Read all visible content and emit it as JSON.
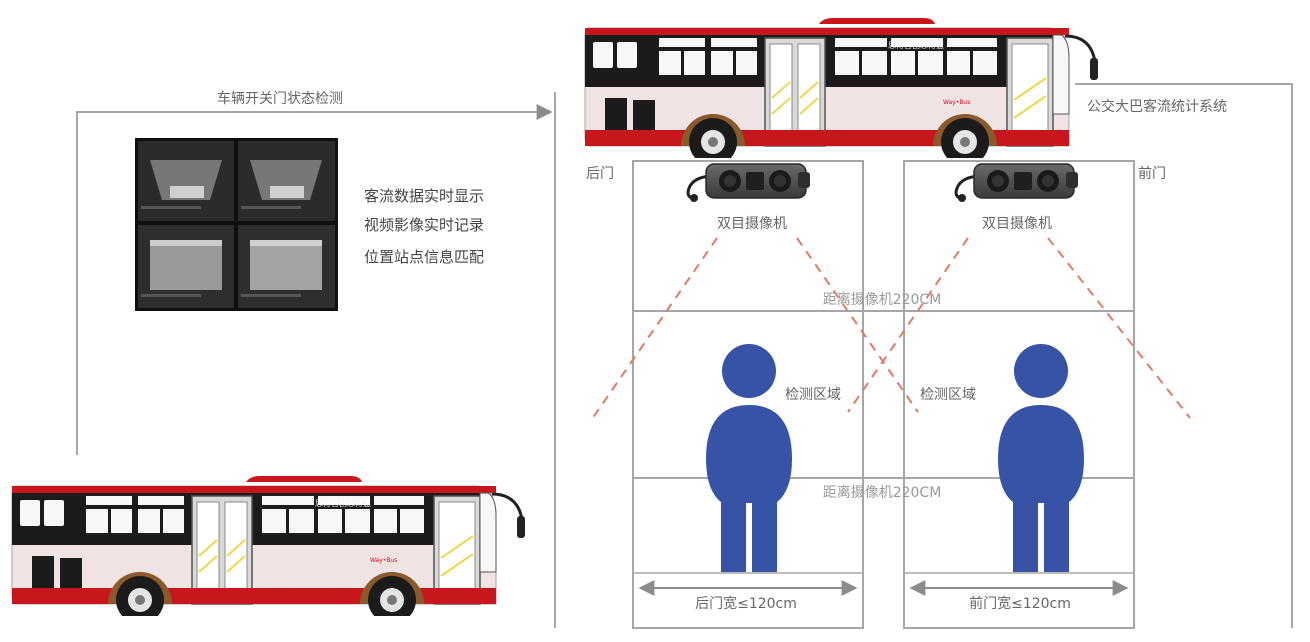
{
  "diagram": {
    "door_status_label": "车辆开关门状态检测",
    "system_label": "公交大巴客流统计系统",
    "rear_door_label": "后门",
    "front_door_label": "前门",
    "camera_label": "双目摄像机",
    "distance_label": "距离摄像机220CM",
    "detect_area_label": "检测区域",
    "rear_door_width": "后门宽≤120cm",
    "front_door_width": "前门宽≤120cm",
    "features": [
      "客流数据实时显示",
      "视频影像实时记录",
      "位置站点信息匹配"
    ],
    "bus_name": "思博智创思博慧"
  },
  "colors": {
    "line": "#a6a6a6",
    "arrow": "#8c8c8c",
    "person": "#3653a6",
    "cone": "#e07c66",
    "bus_red": "#c8161d",
    "bus_body": "#efe3e3",
    "bus_black": "#1b1b1b"
  }
}
